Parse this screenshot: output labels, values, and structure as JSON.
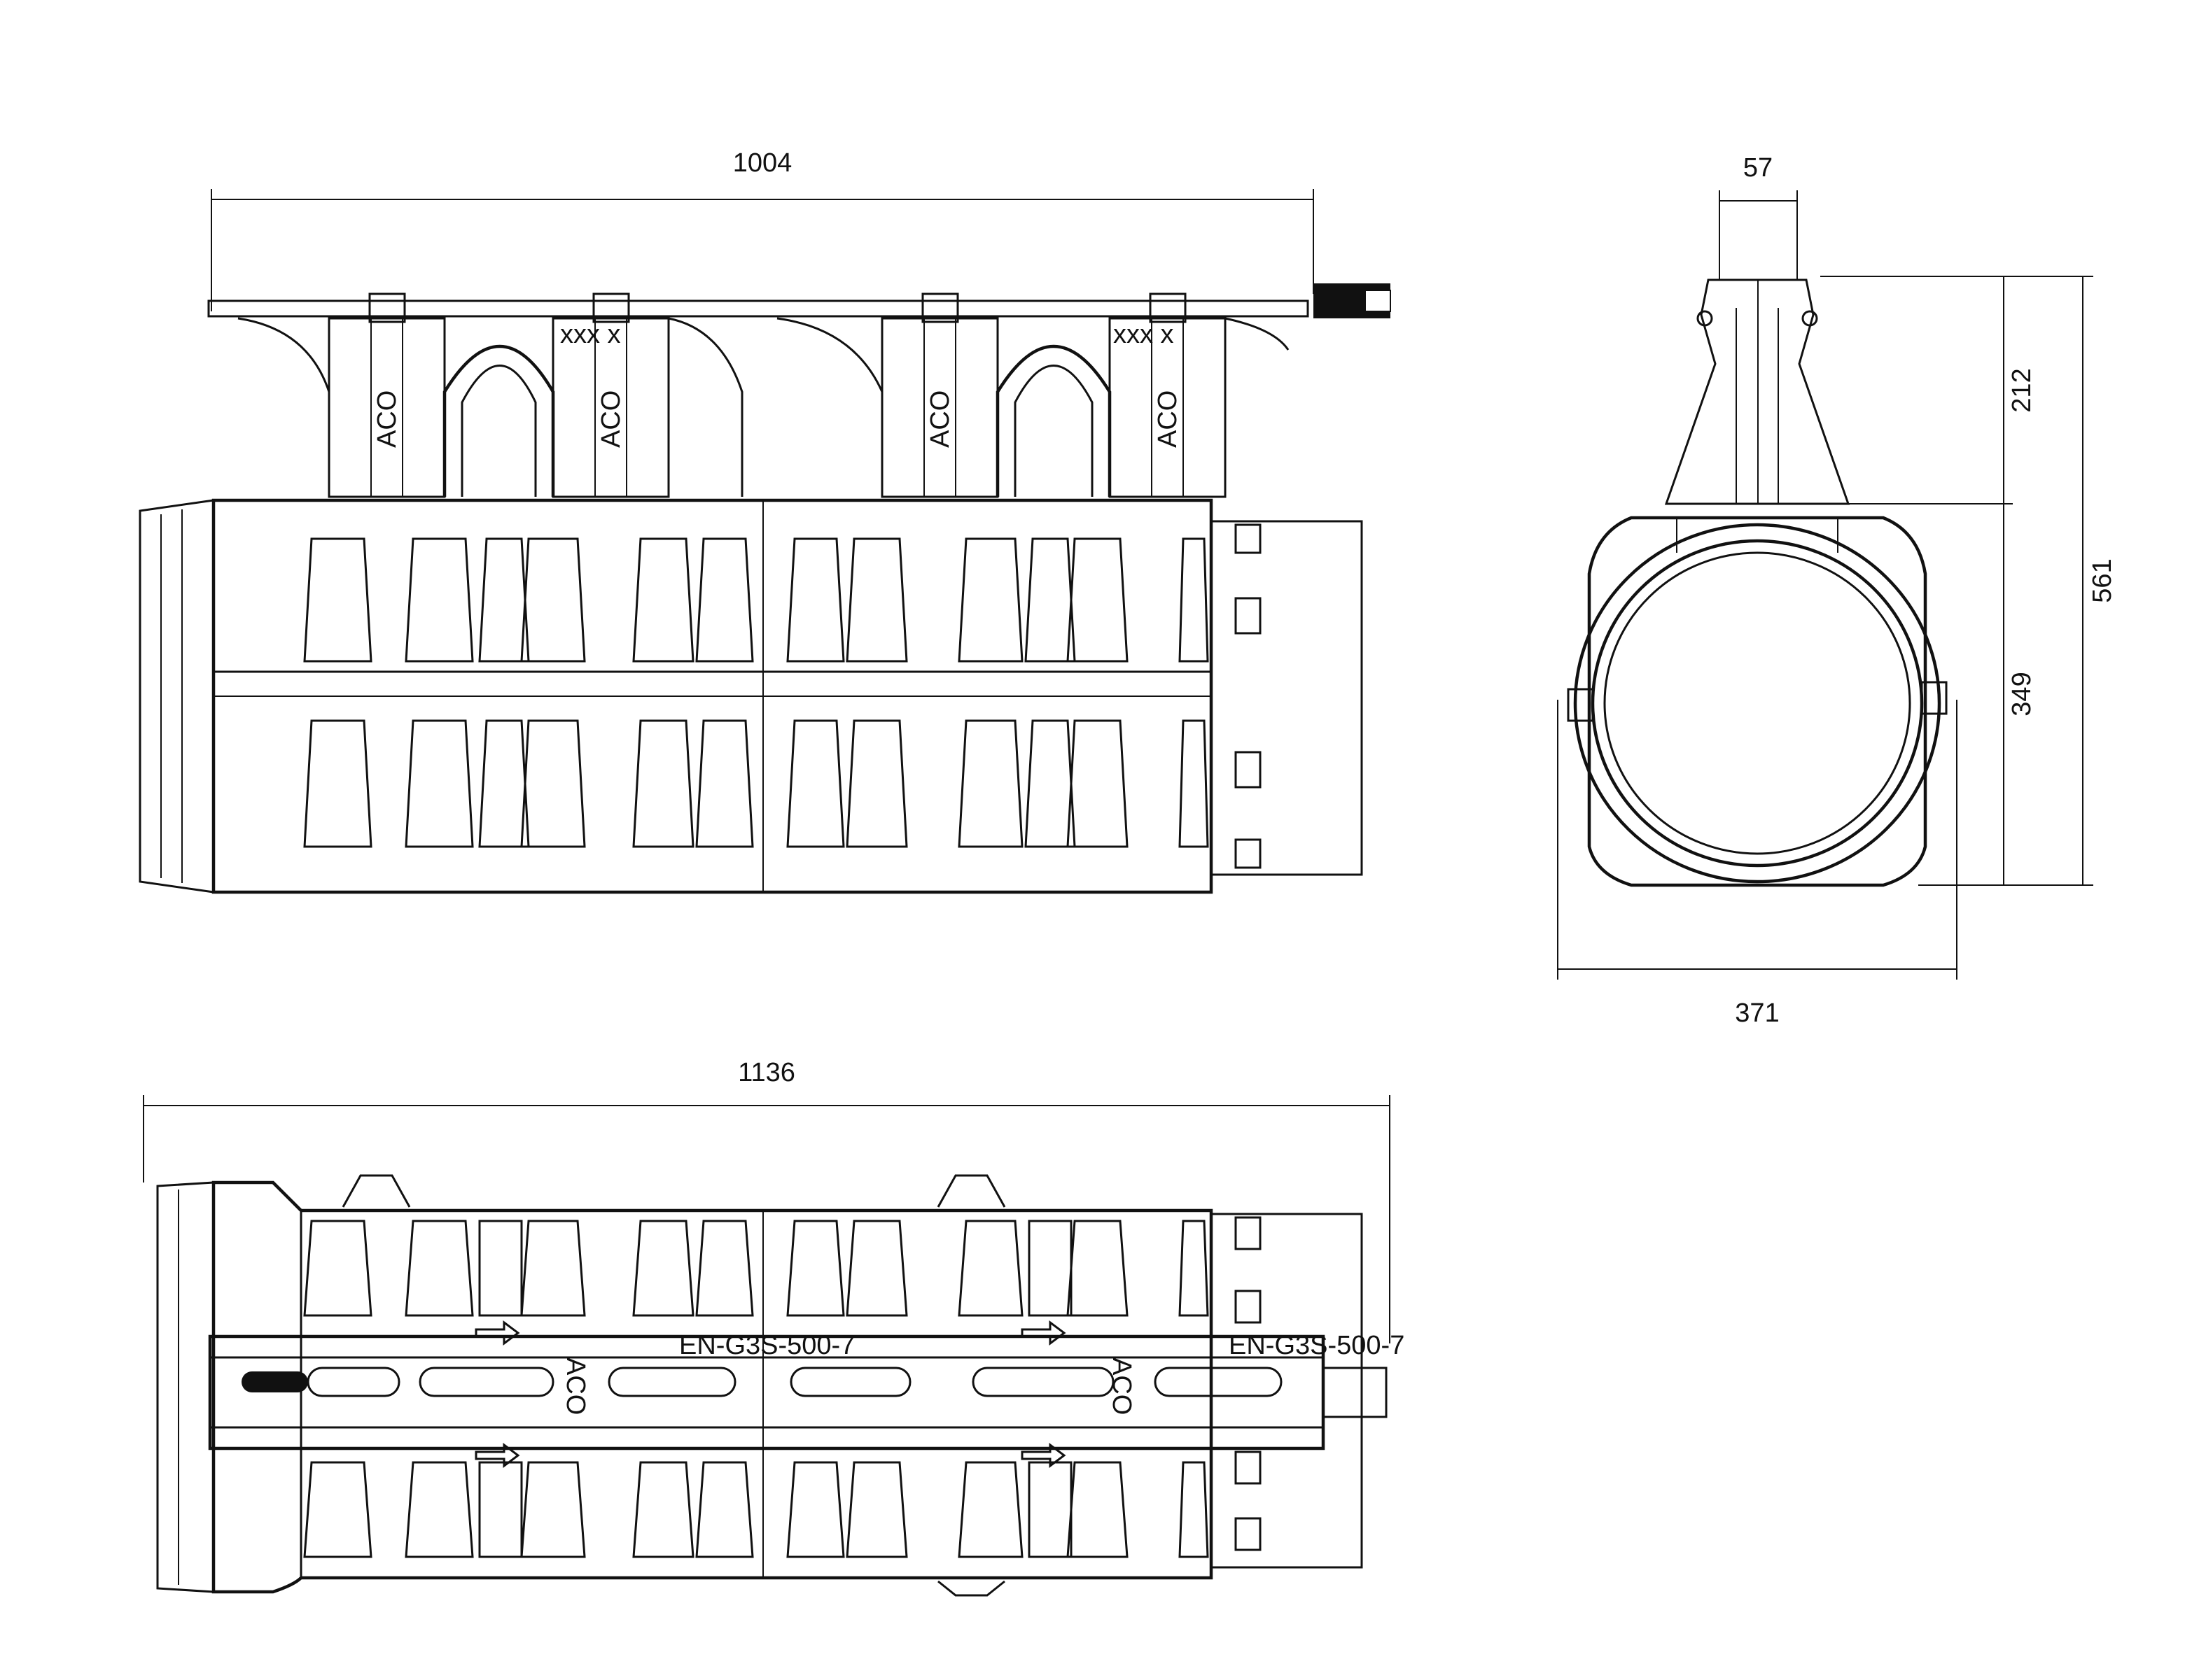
{
  "dimensions": {
    "top_length": "1004",
    "bottom_length": "1136",
    "side_top_width": "57",
    "side_height_upper": "212",
    "side_height_total": "561",
    "side_height_lower": "349",
    "side_width": "371"
  },
  "product_marks": {
    "brand": "ACO",
    "standard": "EN-G3S-500-7",
    "code": "xxx x"
  }
}
